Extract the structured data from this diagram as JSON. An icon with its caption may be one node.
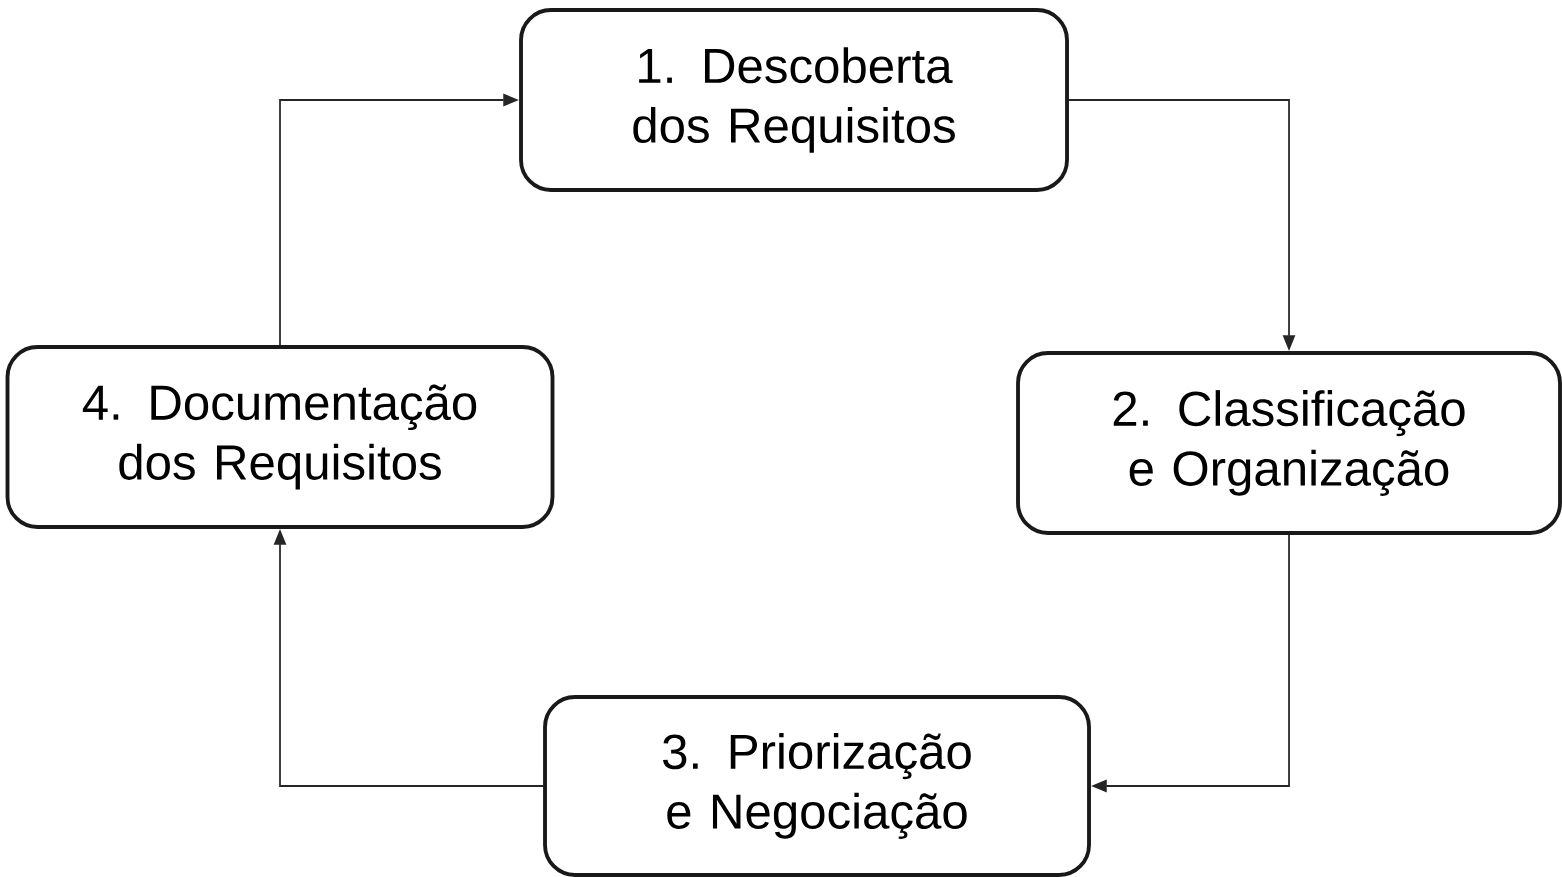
{
  "diagram": {
    "nodes": [
      {
        "text": [
          "1. Descoberta dos Requisitos"
        ]
      },
      {
        "text": [
          "2. Classificação e Organização"
        ]
      },
      {
        "text": [
          "3. Priorização e Negociação"
        ]
      },
      {
        "text": [
          "4. Documentação dos Requisitos"
        ]
      }
    ],
    "edges": [
      {
        "from": 0,
        "to": 1,
        "arrow": "to"
      },
      {
        "from": 1,
        "to": 2,
        "arrow": "to"
      },
      {
        "from": 2,
        "to": 3,
        "arrow": "to"
      },
      {
        "from": 3,
        "to": 0,
        "arrow": "to"
      }
    ]
  }
}
